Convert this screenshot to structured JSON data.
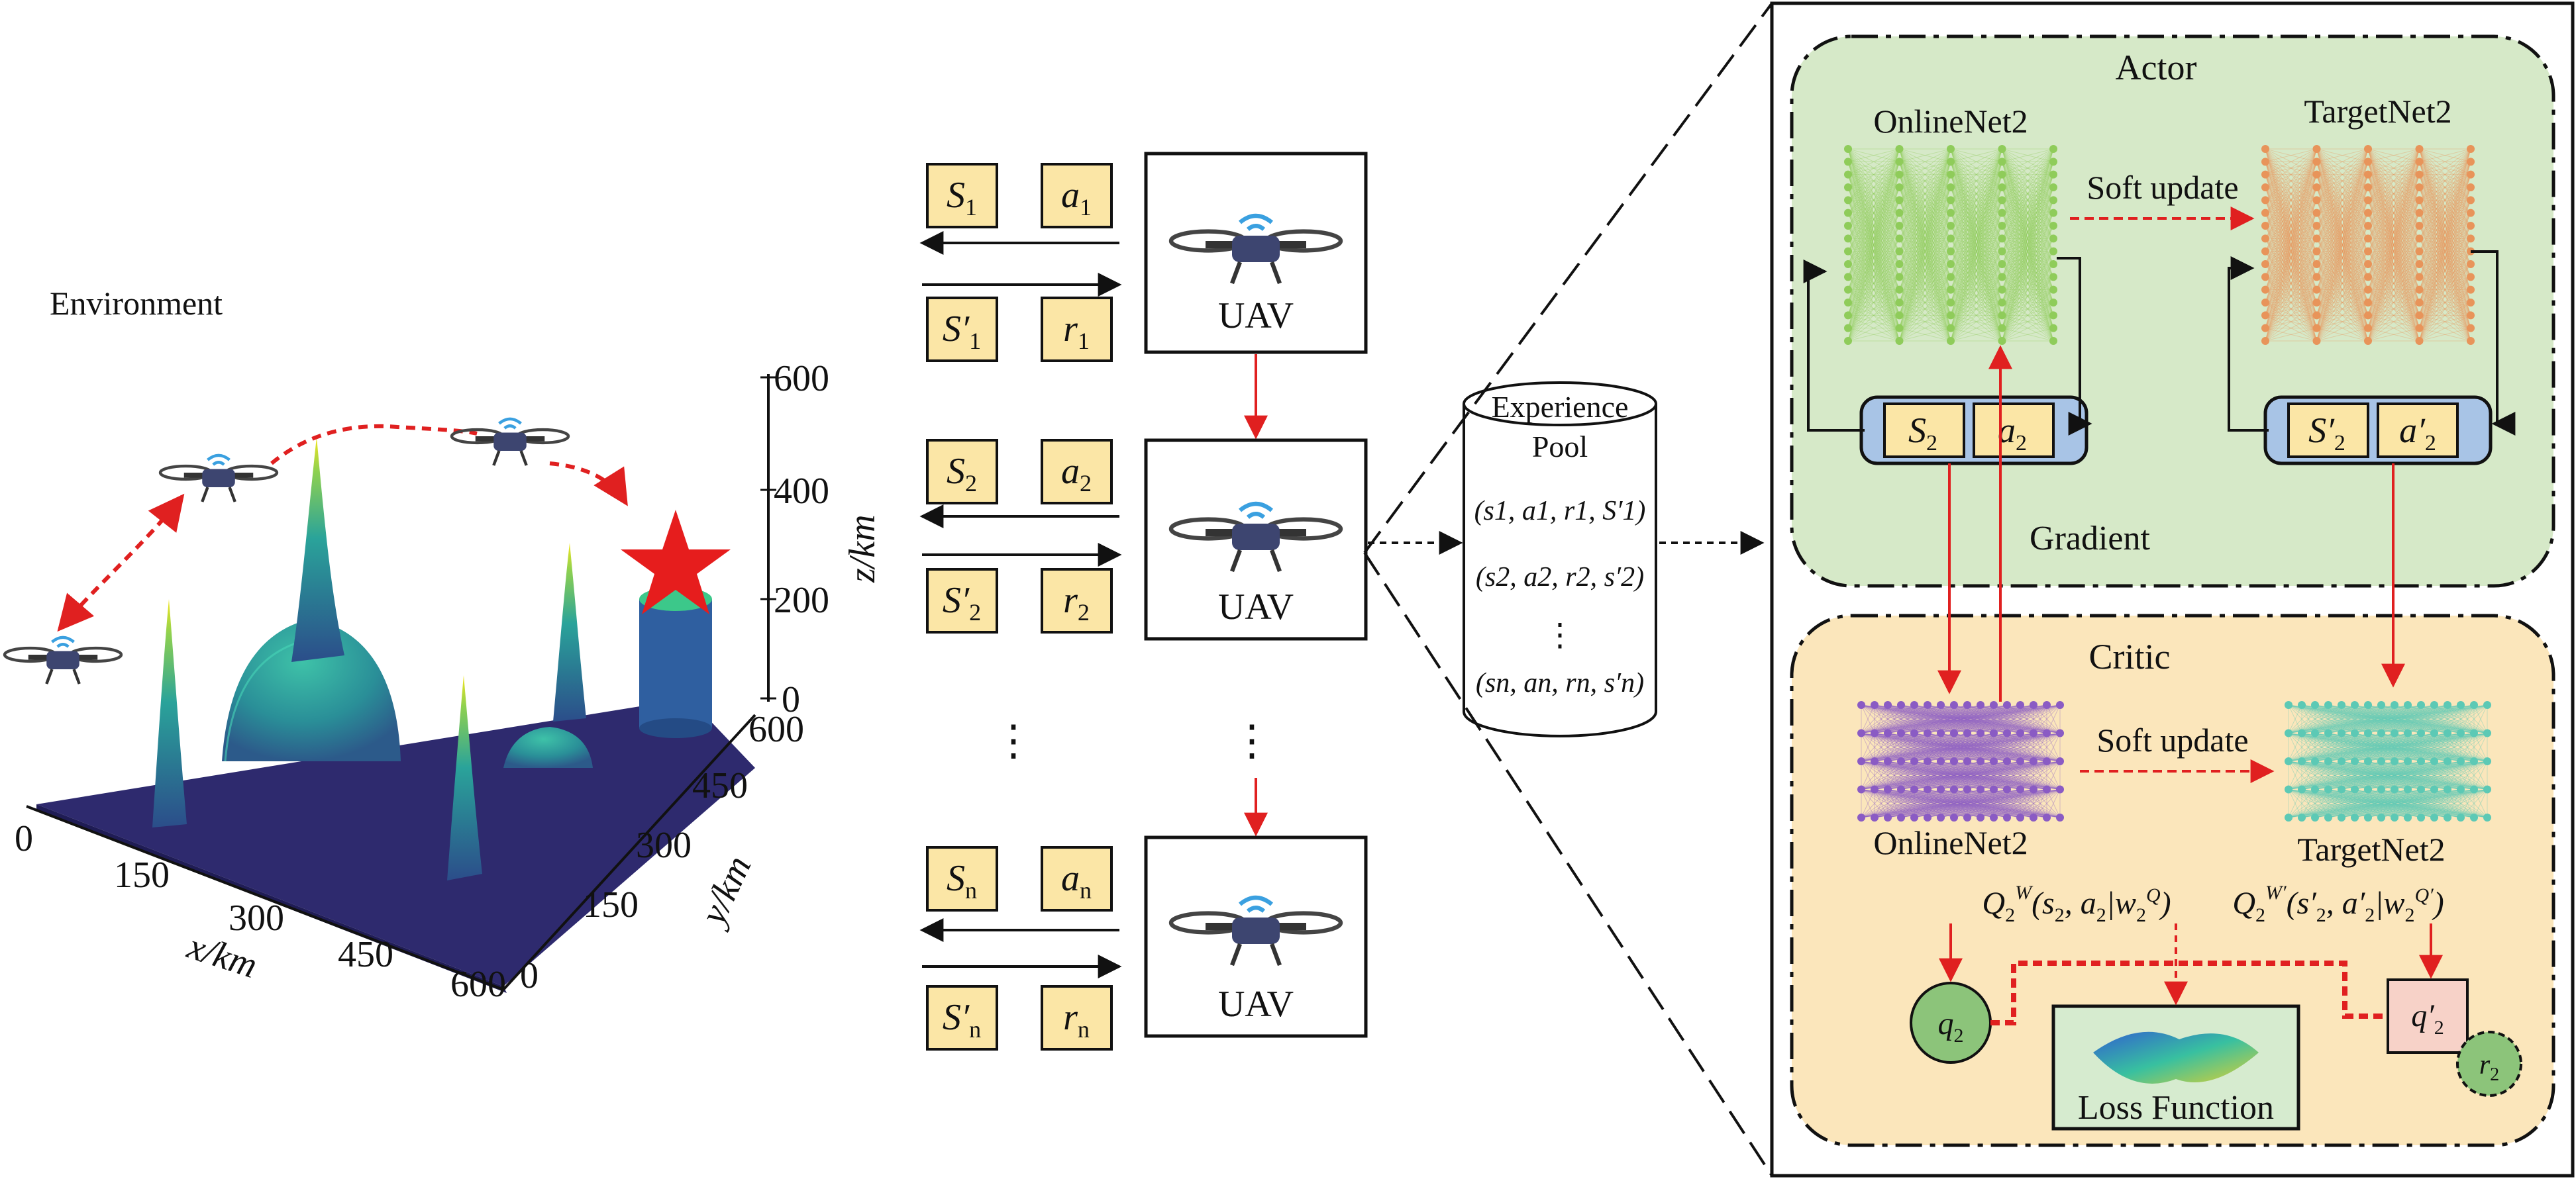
{
  "environment": {
    "label": "Environment",
    "z_axis": {
      "label": "z/km",
      "ticks": [
        "0",
        "200",
        "400",
        "600"
      ]
    },
    "y_axis": {
      "label": "y/km",
      "ticks": [
        "0",
        "150",
        "300",
        "450",
        "600"
      ]
    },
    "x_axis": {
      "label": "x/km",
      "ticks": [
        "0",
        "150",
        "300",
        "450",
        "600"
      ]
    }
  },
  "agents": {
    "uav_label": "UAV",
    "rows": [
      {
        "state": "S",
        "state_sub": "1",
        "action": "a",
        "action_sub": "1",
        "next_state": "S′",
        "next_state_sub": "1",
        "reward": "r",
        "reward_sub": "1"
      },
      {
        "state": "S",
        "state_sub": "2",
        "action": "a",
        "action_sub": "2",
        "next_state": "S′",
        "next_state_sub": "2",
        "reward": "r",
        "reward_sub": "2"
      },
      {
        "state": "S",
        "state_sub": "n",
        "action": "a",
        "action_sub": "n",
        "next_state": "S′",
        "next_state_sub": "n",
        "reward": "r",
        "reward_sub": "n"
      }
    ],
    "ellipsis": "⋮"
  },
  "experience_pool": {
    "title_line1": "Experience",
    "title_line2": "Pool",
    "tuples": [
      "(s1, a1, r1, S′1)",
      "(s2, a2, r2, s′2)",
      "⋮",
      "(sn, an, rn, s′n)"
    ]
  },
  "actor": {
    "title": "Actor",
    "online_label": "OnlineNet2",
    "target_label": "TargetNet2",
    "soft_update": "Soft update",
    "gradient": "Gradient",
    "online_state": "S2",
    "online_action": "a2",
    "target_state": "S′2",
    "target_action": "a′2"
  },
  "critic": {
    "title": "Critic",
    "online_label": "OnlineNet2",
    "target_label": "TargetNet2",
    "soft_update": "Soft update",
    "q_online": "Q2W(s2, a2|w2Q)",
    "q_target": "Q2W′(s′2, a′2|w2Q′)",
    "q_node": "q2",
    "q_target_node": "q′2",
    "reward_node": "r2",
    "loss": "Loss Function"
  },
  "colors": {
    "actor_bg": "#d6e9c8",
    "critic_bg": "#fbe6bb",
    "state_box": "#fbe6a6",
    "net_green": "#8fcc5a",
    "net_orange": "#e8945a",
    "net_purple": "#8a5bc4",
    "net_teal": "#5cc9b5",
    "surface": "#2e2a6e",
    "arrow_red": "#e02020"
  }
}
